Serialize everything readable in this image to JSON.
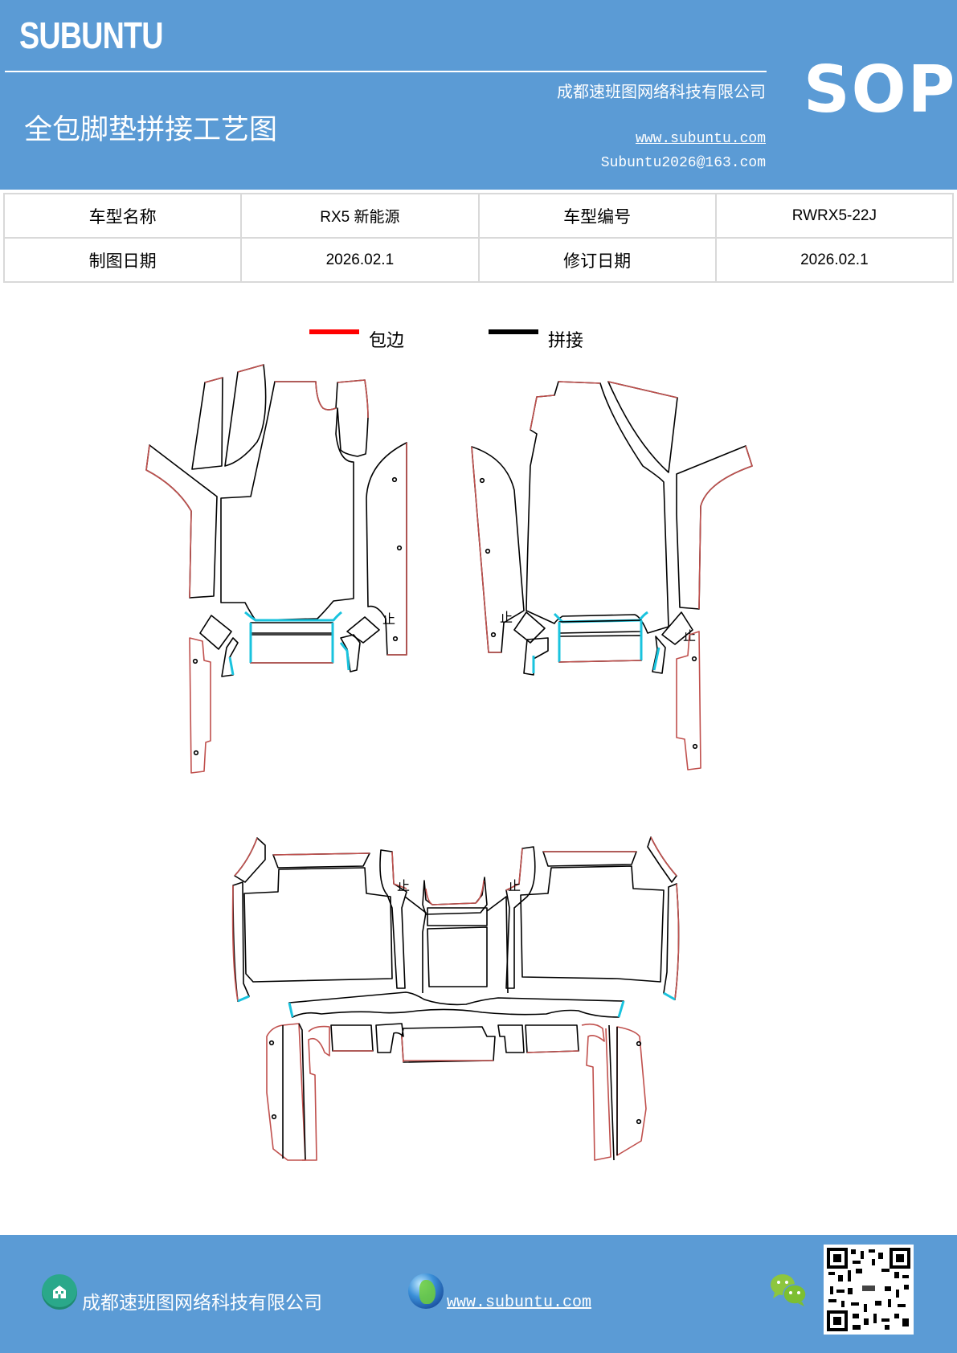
{
  "header": {
    "brand": "SUBUNTU",
    "doc_title": "全包脚垫拼接工艺图",
    "company": "成都速班图网络科技有限公司",
    "website": "www.subuntu.com",
    "email": "Subuntu2026@163.com",
    "badge": "SOP",
    "background_color": "#5b9bd5"
  },
  "info_table": {
    "rows": [
      [
        {
          "label": "车型名称",
          "value": "RX5  新能源"
        },
        {
          "label": "车型编号",
          "value": "RWRX5-22J"
        }
      ],
      [
        {
          "label": "制图日期",
          "value": "2026.02.1"
        },
        {
          "label": "修订日期",
          "value": "2026.02.1"
        }
      ]
    ]
  },
  "legend": {
    "items": [
      {
        "label": "包边",
        "color": "#ff0000"
      },
      {
        "label": "拼接",
        "color": "#000000"
      }
    ]
  },
  "drawing": {
    "title": "floor mat stitching pattern",
    "line_colors": {
      "binding": "#c0504d",
      "stitch": "#000000",
      "overlap": "#19c3de"
    },
    "stop_mark": "止",
    "groups": [
      "front-left",
      "front-right",
      "rear-row"
    ]
  },
  "footer": {
    "company": "成都速班图网络科技有限公司",
    "website": "www.subuntu.com",
    "icons": [
      "building-icon",
      "globe-icon",
      "wechat-icon",
      "qr-code"
    ]
  }
}
